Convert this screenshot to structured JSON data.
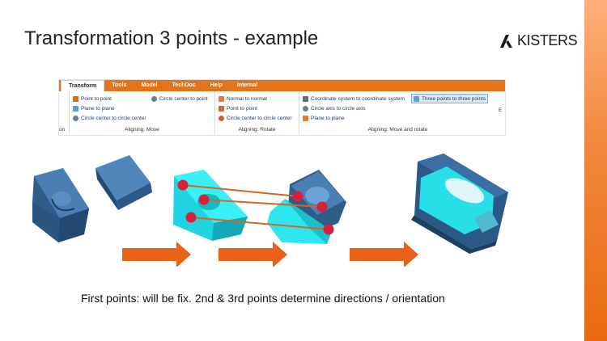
{
  "slide": {
    "title": "Transformation 3 points - example",
    "caption": "First points: will be fix. 2nd & 3rd points determine directions / orientation"
  },
  "logo": {
    "text": "KISTERS"
  },
  "ribbon": {
    "tabs": [
      "Transform",
      "Tools",
      "Model",
      "TechDoc",
      "Help",
      "Internal"
    ],
    "active_tab": "Transform",
    "left_group_label_fragment": "on",
    "groups": [
      {
        "label": "Aligning: Move",
        "commands": [
          "Point to point",
          "Plane to plane",
          "Circle center to circle center",
          "Circle center to point"
        ]
      },
      {
        "label": "Aligning: Rotate",
        "commands": [
          "Normal to normal",
          "Point to point",
          "Circle center to circle center"
        ]
      },
      {
        "label": "Aligning: Move and rotate",
        "commands": [
          "Coordinate system to coordinate system",
          "Circle axis to circle axis",
          "Plane to plane",
          "Three points to three points"
        ]
      }
    ],
    "right_edge_fragment": "E",
    "selected_command": "Three points to three points"
  },
  "colors": {
    "accent_orange": "#e3741b",
    "arrow_orange": "#e8621a",
    "part_blue": "#3c6e9e",
    "part_cyan": "#2fe0ea",
    "marker_red": "#d8203a"
  }
}
